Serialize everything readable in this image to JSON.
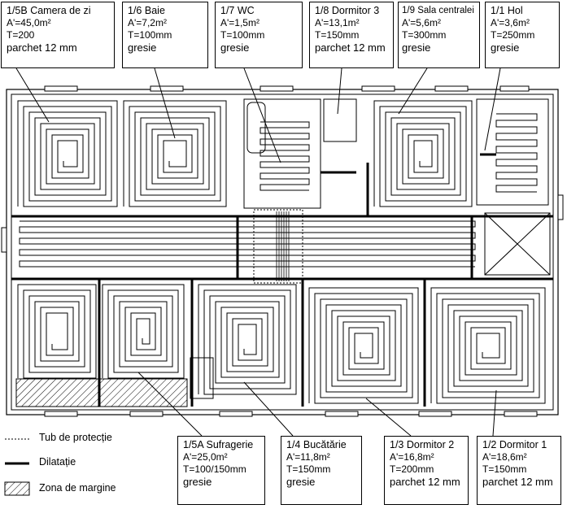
{
  "rooms": [
    {
      "id": "1/5B",
      "name": "Camera de zi",
      "area": "A'=45,0m²",
      "thickness": "T=200",
      "finish": "parchet 12 mm"
    },
    {
      "id": "1/6",
      "name": "Baie",
      "area": "A'=7,2m²",
      "thickness": "T=100mm",
      "finish": "gresie"
    },
    {
      "id": "1/7",
      "name": "WC",
      "area": "A'=1,5m²",
      "thickness": "T=100mm",
      "finish": "gresie"
    },
    {
      "id": "1/8",
      "name": "Dormitor 3",
      "area": "A'=13,1m²",
      "thickness": "T=150mm",
      "finish": "parchet 12 mm"
    },
    {
      "id": "1/9",
      "name": "Sala centralei",
      "area": "A'=5,6m²",
      "thickness": "T=300mm",
      "finish": "gresie"
    },
    {
      "id": "1/1",
      "name": "Hol",
      "area": "A'=3,6m²",
      "thickness": "T=250mm",
      "finish": "gresie"
    },
    {
      "id": "1/5A",
      "name": "Sufragerie",
      "area": "A'=25,0m²",
      "thickness": "T=100/150mm",
      "finish": "gresie"
    },
    {
      "id": "1/4",
      "name": "Bucătărie",
      "area": "A'=11,8m²",
      "thickness": "T=150mm",
      "finish": "gresie"
    },
    {
      "id": "1/3",
      "name": "Dormitor 2",
      "area": "A'=16,8m²",
      "thickness": "T=200mm",
      "finish": "parchet 12 mm"
    },
    {
      "id": "1/2",
      "name": "Dormitor 1",
      "area": "A'=18,6m²",
      "thickness": "T=150mm",
      "finish": "parchet 12 mm"
    }
  ],
  "legend": {
    "protection_tube": "Tub de protecție",
    "expansion_joint": "Dilatație",
    "edge_zone": "Zona de margine"
  },
  "colors": {
    "ink": "#000000",
    "paper": "#ffffff"
  }
}
